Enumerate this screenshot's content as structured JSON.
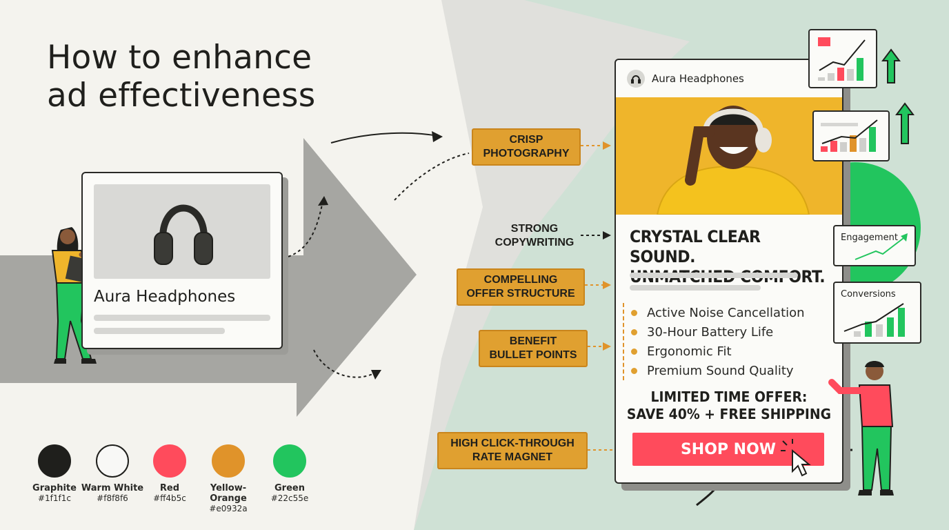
{
  "title": {
    "line1": "How to enhance",
    "line2": "ad effectiveness"
  },
  "before_card": {
    "product_name": "Aura Headphones"
  },
  "labels": {
    "crisp": "CRISP\nPHOTOGRAPHY",
    "strong": "STRONG\nCOPYWRITING",
    "offer": "COMPELLING\nOFFER STRUCTURE",
    "benefit": "BENEFIT\nBULLET POINTS",
    "ctr": "HIGH CLICK-THROUGH\nRATE MAGNET"
  },
  "ad": {
    "brand": "Aura Headphones",
    "headline_1": "CRYSTAL CLEAR SOUND.",
    "headline_2": "UNMATCHED COMFORT.",
    "bullets": [
      "Active Noise Cancellation",
      "30-Hour Battery Life",
      "Ergonomic Fit",
      "Premium Sound Quality"
    ],
    "offer_1": "LIMITED TIME OFFER:",
    "offer_2": "SAVE 40% + FREE SHIPPING",
    "cta": "SHOP NOW"
  },
  "metrics": {
    "engagement": "Engagement",
    "conversions": "Conversions"
  },
  "palette": [
    {
      "name": "Graphite",
      "hex": "#1f1f1c"
    },
    {
      "name": "Warm White",
      "hex": "#f8f8f6"
    },
    {
      "name": "Red",
      "hex": "#ff4b5c"
    },
    {
      "name": "Yellow-Orange",
      "hex": "#e0932a"
    },
    {
      "name": "Green",
      "hex": "#22c55e"
    }
  ]
}
